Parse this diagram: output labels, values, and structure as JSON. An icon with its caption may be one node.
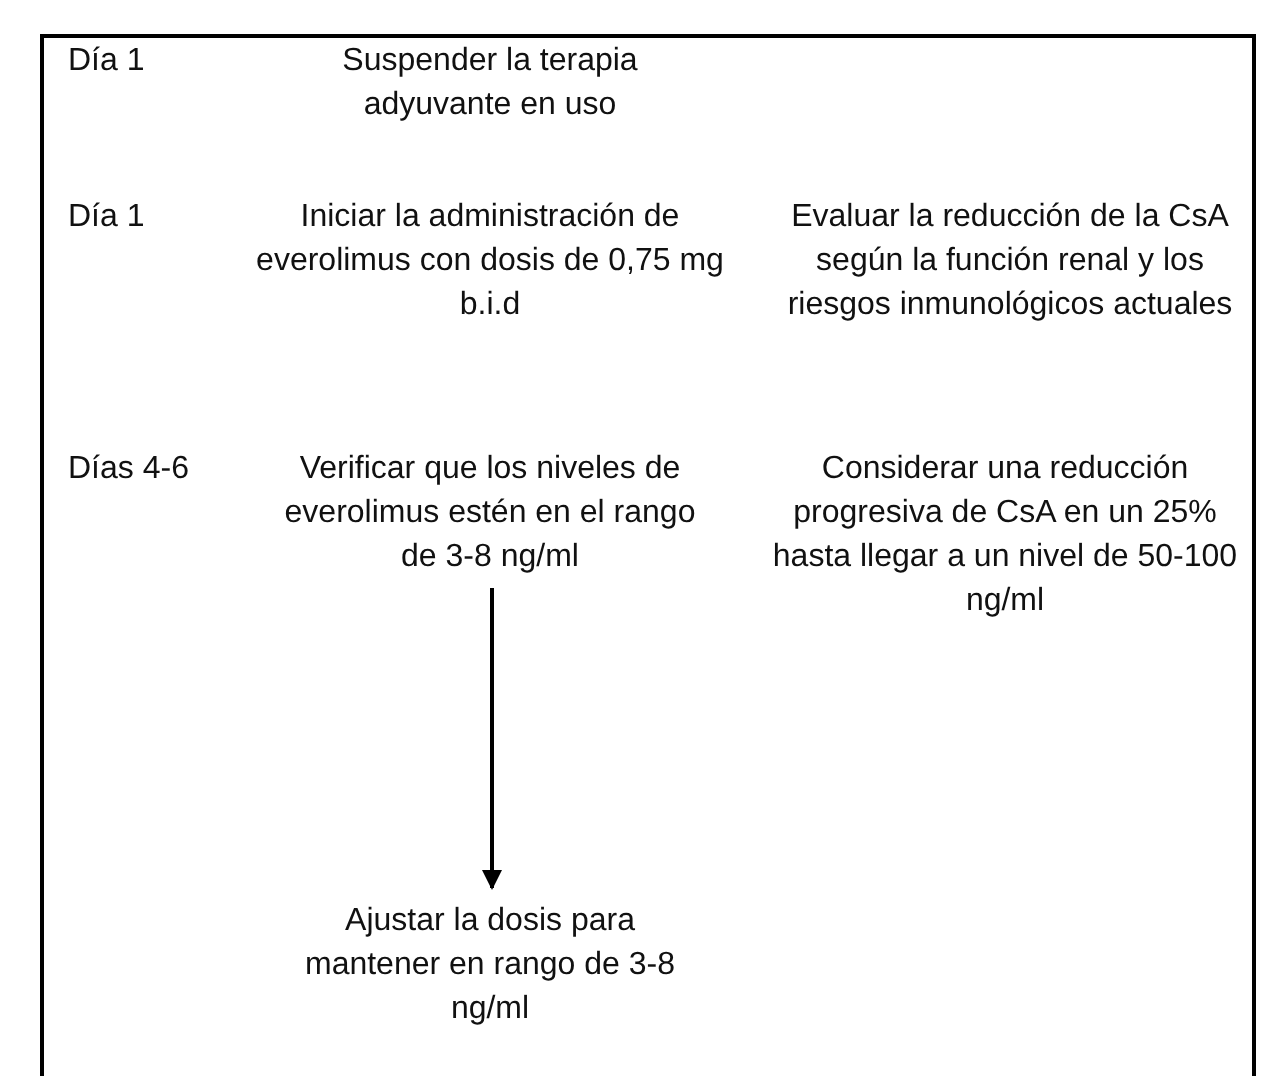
{
  "diagram": {
    "nodes": [
      {
        "text": [
          "Verificar que los niveles de everolimus estén en el rango de 3-8 ng/ml"
        ]
      },
      {
        "text": [
          "Ajustar la dosis para mantener en rango de 3-8 ng/ml"
        ]
      }
    ],
    "edges": [
      {
        "from": 0,
        "to": 1,
        "arrow": "to"
      }
    ],
    "labels": [
      "Día 1",
      "Suspender la terapia adyuvante en uso",
      "Día 1",
      "Iniciar la administración de everolimus con dosis de 0,75 mg b.i.d",
      "Evaluar la reducción de la CsA según la función renal y los riesgos inmunológicos actuales",
      "Días 4-6",
      "Considerar una reducción progresiva de CsA en un 25% hasta llegar a un nivel de 50-100 ng/ml"
    ]
  }
}
